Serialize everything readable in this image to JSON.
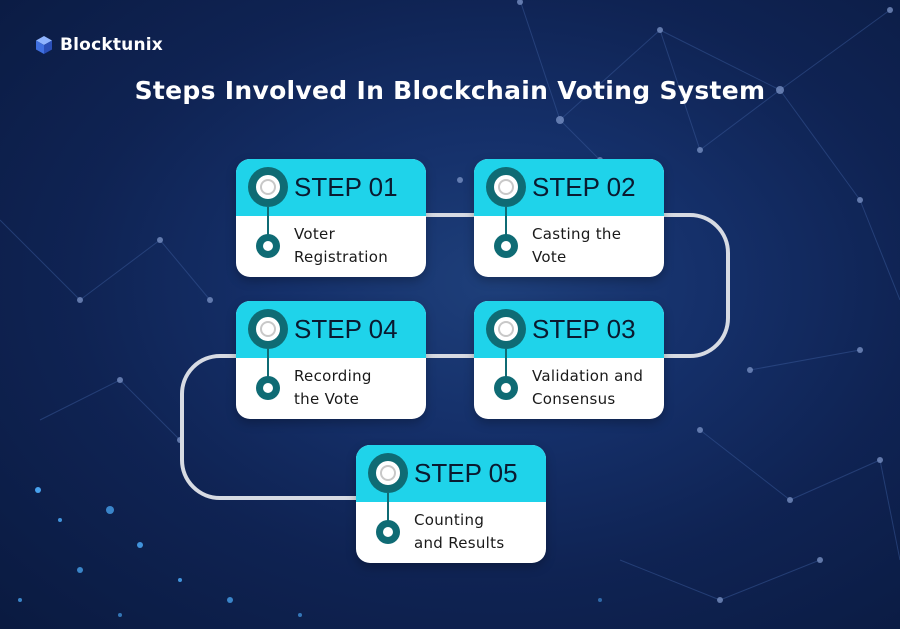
{
  "brand": {
    "name": "Blocktunix"
  },
  "title": "Steps Involved In Blockchain Voting System",
  "steps": [
    {
      "label": "STEP 01",
      "line1": "Voter",
      "line2": "Registration"
    },
    {
      "label": "STEP 02",
      "line1": "Casting the",
      "line2": "Vote"
    },
    {
      "label": "STEP 03",
      "line1": "Validation and",
      "line2": "Consensus"
    },
    {
      "label": "STEP 04",
      "line1": "Recording",
      "line2": "the Vote"
    },
    {
      "label": "STEP 05",
      "line1": "Counting",
      "line2": "and Results"
    }
  ],
  "colors": {
    "card_header": "#1fd3ea",
    "accent_teal": "#0f6b74",
    "connector": "#d7dbe3",
    "background": "#15306a"
  }
}
